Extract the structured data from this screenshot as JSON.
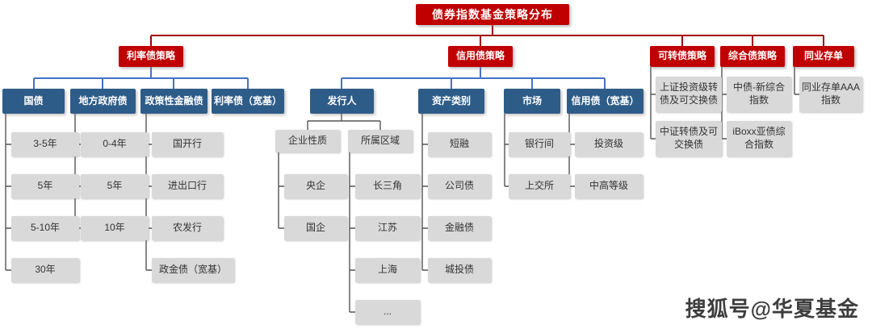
{
  "root_label": "债券指数基金策略分布",
  "watermark": "搜狐号@华夏基金",
  "level2": [
    "利率债策略",
    "信用债策略",
    "可转债策略",
    "综合债策略",
    "同业存单"
  ],
  "level3": [
    "国债",
    "地方政府债",
    "政策性金融债",
    "利率债（宽基）",
    "发行人",
    "资产类别",
    "市场",
    "信用债（宽基）"
  ],
  "subheaders": [
    "企业性质",
    "所属区域"
  ],
  "leaves": {
    "gov_bond": [
      "3-5年",
      "5年",
      "5-10年",
      "30年"
    ],
    "local_gov": [
      "0-4年",
      "5年",
      "10年"
    ],
    "policy_fin": [
      "国开行",
      "进出口行",
      "农发行",
      "政金债（宽基）"
    ],
    "enterprise": [
      "央企",
      "国企"
    ],
    "region": [
      "长三角",
      "江苏",
      "上海",
      "..."
    ],
    "asset": [
      "短融",
      "公司债",
      "金融债",
      "城投债"
    ],
    "market": [
      "银行间",
      "上交所"
    ],
    "credit_broad": [
      "投资级",
      "中高等级"
    ],
    "convertible": [
      "上证投资级转债及可交换债",
      "中证转债及可交换债"
    ],
    "composite": [
      "中债-新综合指数",
      "iBoxx亚债综合指数"
    ],
    "ncd": [
      "同业存单AAA指数"
    ]
  },
  "colors": {
    "red_box": "#c00000",
    "blue_box": "#2e5c88",
    "gray_box": "#d9d9d9",
    "red_line": "#a00000",
    "blue_line": "#4472c4",
    "gray_line": "#555555"
  }
}
